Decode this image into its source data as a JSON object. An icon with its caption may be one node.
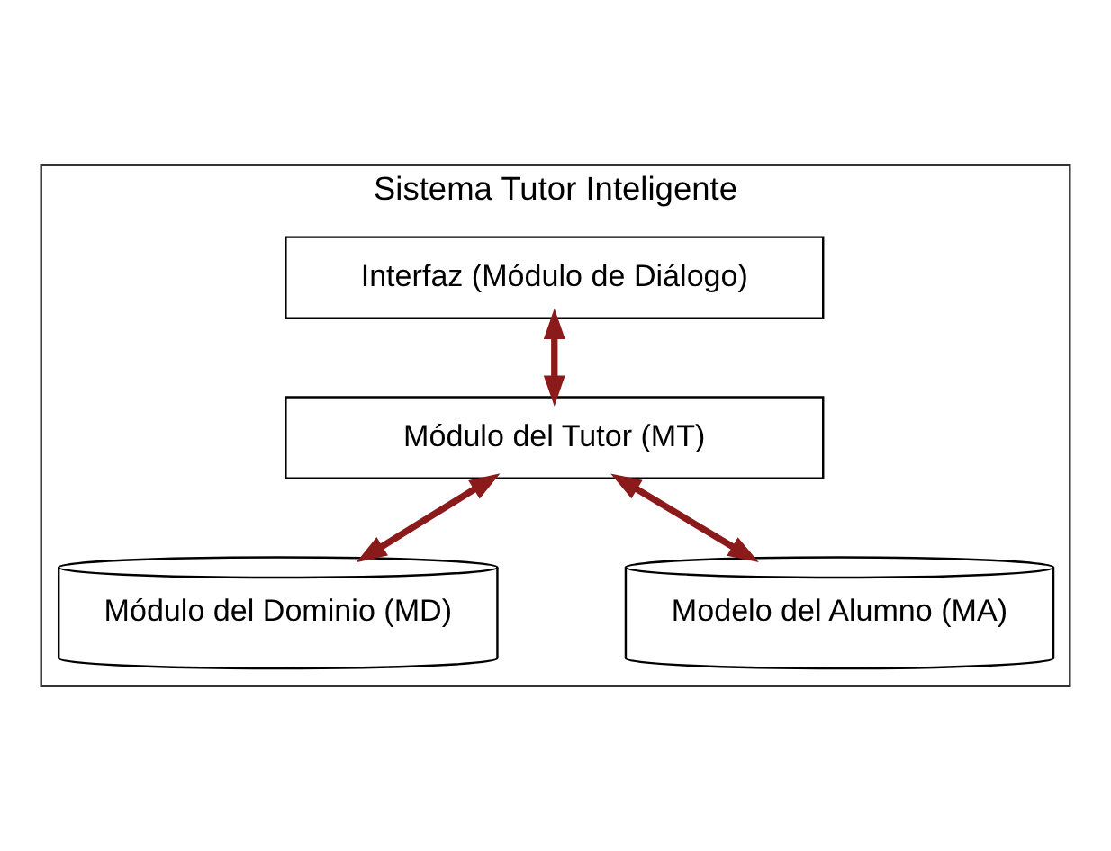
{
  "diagram": {
    "nodes": [
      {
        "text": [
          "Sistema Tutor Inteligente"
        ]
      },
      {
        "text": [
          "Interfaz (Módulo de Diálogo)"
        ],
        "in": 0
      },
      {
        "text": [
          "Módulo del Tutor (MT)"
        ],
        "in": 0
      },
      {
        "text": [
          "Módulo del Dominio (MD)"
        ],
        "in": 0
      },
      {
        "text": [
          "Modelo del Alumno (MA)"
        ],
        "in": 0
      }
    ],
    "edges": [
      {
        "from": 1,
        "to": 2,
        "arrow": "both"
      },
      {
        "from": 2,
        "to": 3,
        "arrow": "both"
      },
      {
        "from": 2,
        "to": 4,
        "arrow": "both"
      }
    ]
  }
}
